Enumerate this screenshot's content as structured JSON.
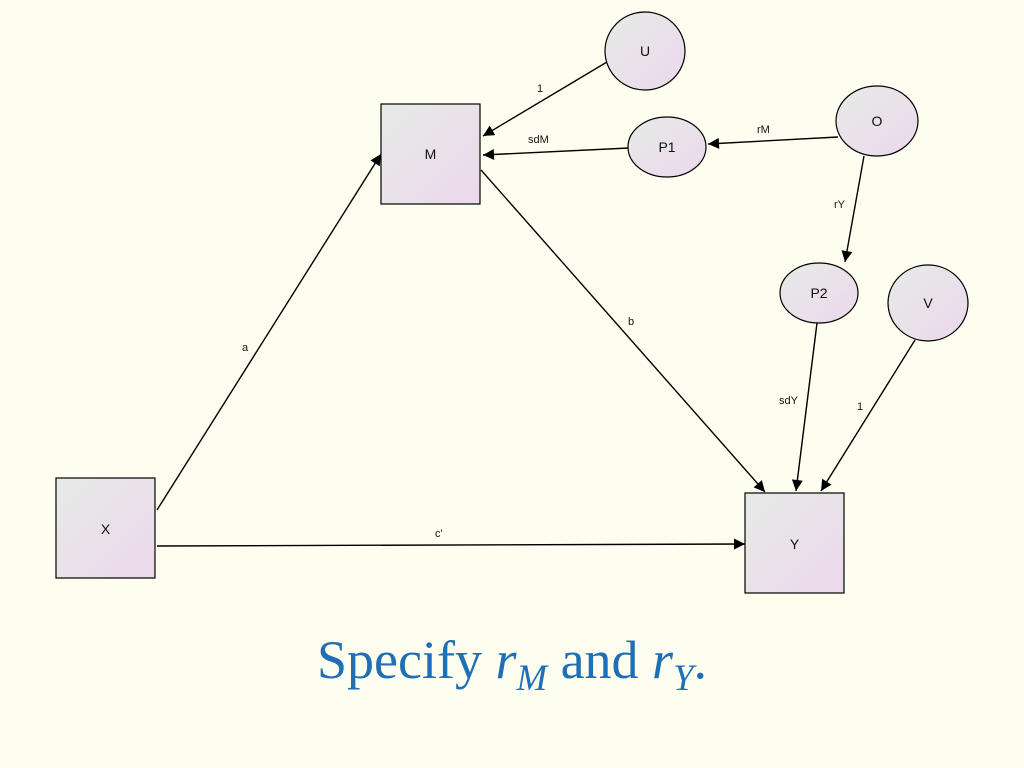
{
  "nodes": {
    "M": "M",
    "X": "X",
    "Y": "Y",
    "U": "U",
    "O": "O",
    "P1": "P1",
    "P2": "P2",
    "V": "V"
  },
  "edges": {
    "u_m": "1",
    "p1_m": "sdM",
    "o_p1": "rM",
    "o_p2": "rY",
    "x_m": "a",
    "m_y": "b",
    "x_y": "c'",
    "p2_y": "sdY",
    "v_y": "1"
  },
  "caption": {
    "prefix": "Specify ",
    "r1": "r",
    "sub1": "M",
    "middle": " and ",
    "r2": "r",
    "sub2": "Y",
    "suffix": "."
  }
}
